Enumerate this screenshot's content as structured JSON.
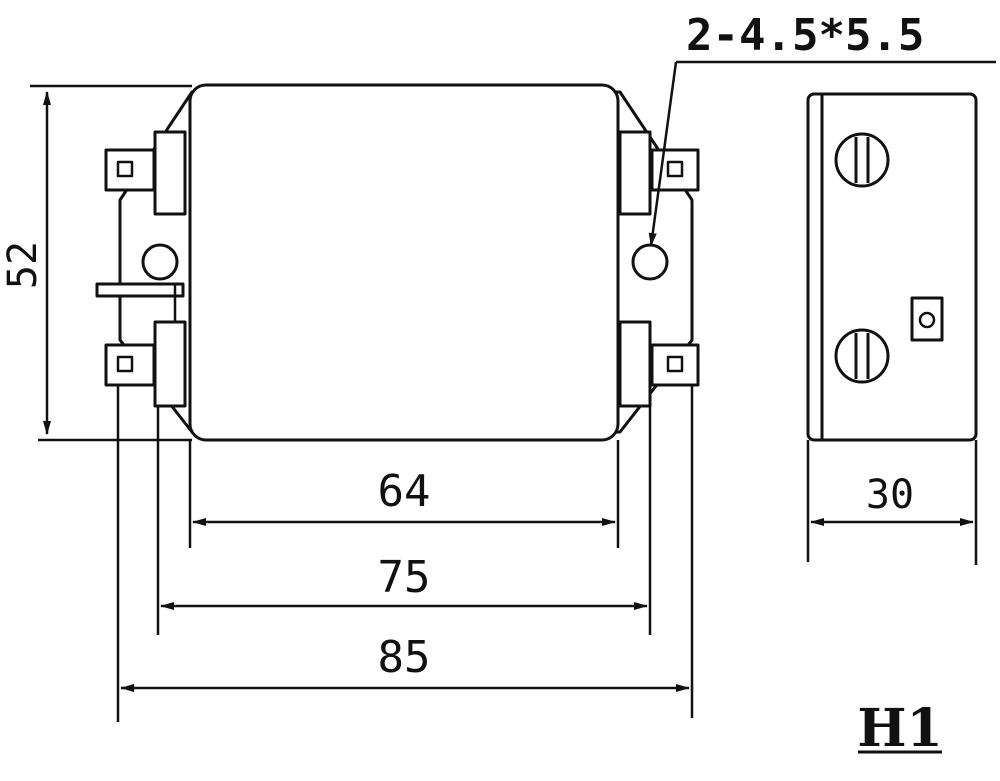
{
  "diagram": {
    "model_label": "H1",
    "mounting_hole_spec": "2-4.5*5.5",
    "dimensions": {
      "height": "52",
      "body_width": "64",
      "hole_spacing": "75",
      "overall_width": "85",
      "depth": "30"
    },
    "colors": {
      "line": "#111111",
      "background": "#ffffff"
    }
  }
}
